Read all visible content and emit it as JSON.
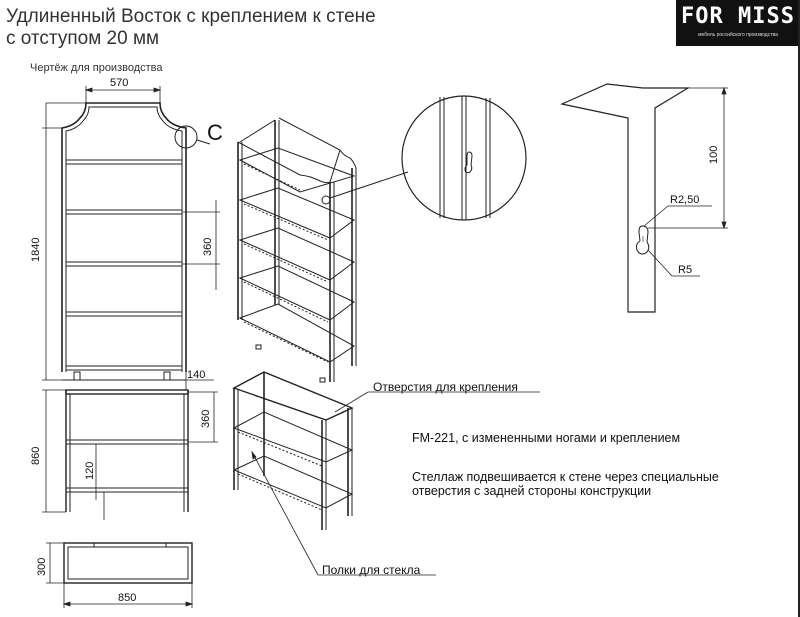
{
  "title_line1": "Удлиненный Восток с креплением к стене",
  "title_line2": "с отступом 20 мм",
  "subtitle": "Чертёж для производства",
  "logo": {
    "text": "FOR MISS",
    "sub": "мебель российского производства"
  },
  "detail_label": "С",
  "dimensions": {
    "top_width": "570",
    "total_height": "1840",
    "shelf_spacing_top": "360",
    "depth_offset": "140",
    "shelf_spacing_bottom": "360",
    "bottom_height": "860",
    "bottom_shelf_gap": "120",
    "base_depth": "300",
    "base_width": "850",
    "detail_height": "100",
    "radius_small": "R2,50",
    "radius_large": "R5"
  },
  "callouts": {
    "mounting_holes": "Отверстия для крепления",
    "glass_shelves": "Полки для стекла"
  },
  "notes": {
    "model": "FM-221, с измененными ногами и креплением",
    "description_line1": "Стеллаж подвешивается к стене через специальные",
    "description_line2": "отверстия с задней стороны конструкции"
  }
}
